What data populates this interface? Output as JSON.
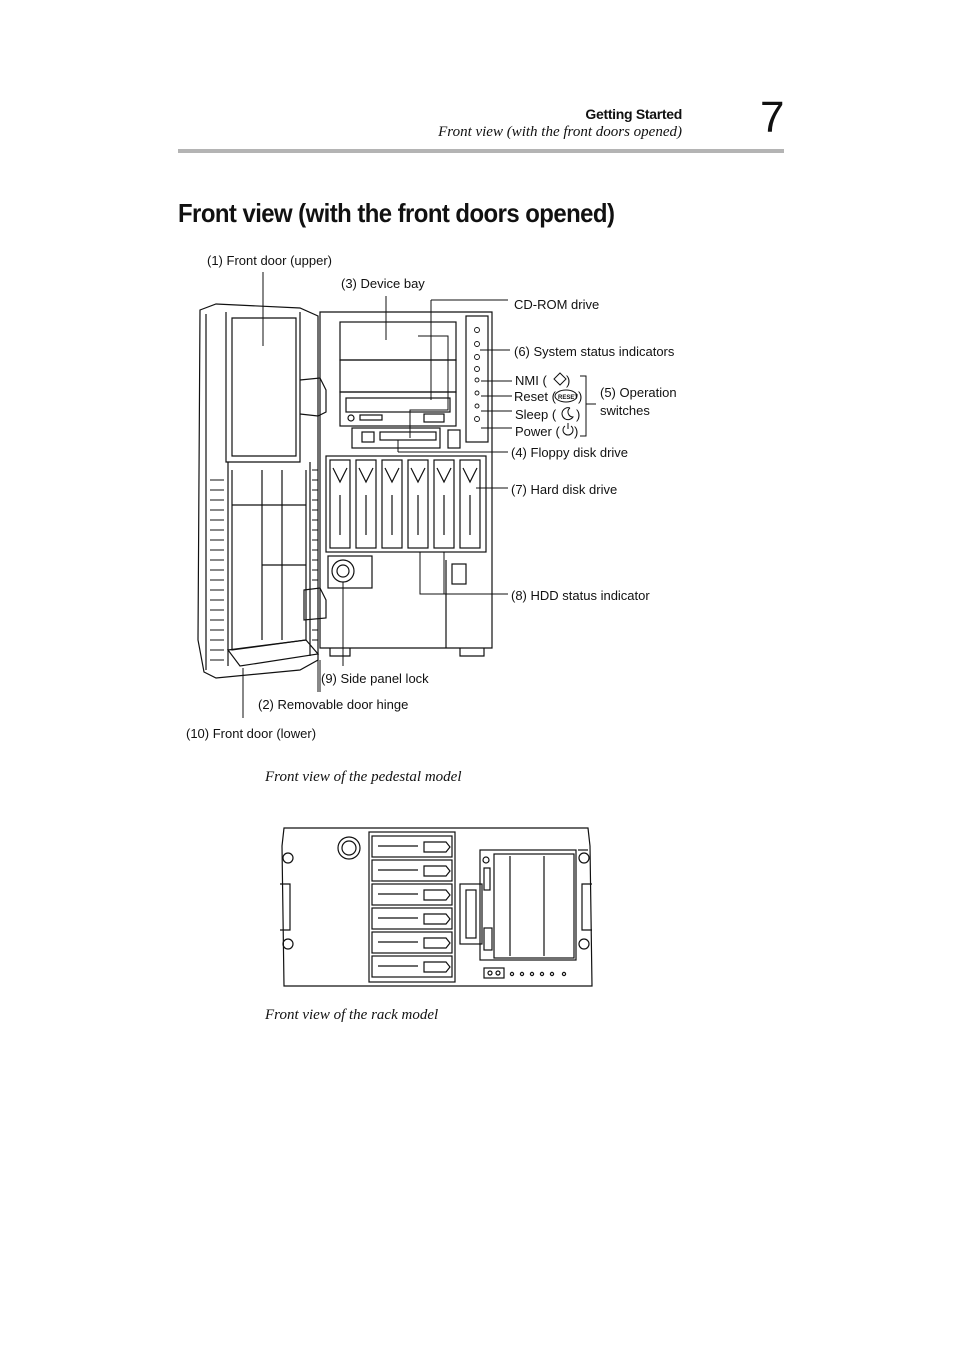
{
  "header": {
    "section": "Getting Started",
    "subsection": "Front view (with the front doors opened)",
    "chapter_number": "7"
  },
  "page_title": "Front view (with the front doors opened)",
  "callouts": {
    "front_door_upper": "(1) Front door (upper)",
    "device_bay": "(3) Device bay",
    "cdrom_drive": "CD-ROM drive",
    "system_status_indicators": "(6) System status indicators",
    "nmi": "NMI (",
    "reset": "Reset (",
    "sleep": "Sleep (",
    "power": "Power (",
    "operation_switches_line1": "(5) Operation",
    "operation_switches_line2": "switches",
    "floppy_disk_drive": "(4) Floppy disk drive",
    "hard_disk_drive": "(7) Hard disk drive",
    "hdd_status_indicator": "(8) HDD status indicator",
    "side_panel_lock": "(9) Side panel lock",
    "removable_door_hinge": "(2) Removable door hinge",
    "front_door_lower": "(10) Front door (lower)"
  },
  "captions": {
    "pedestal": "Front view of the pedestal model",
    "rack": "Front view of the rack model"
  }
}
